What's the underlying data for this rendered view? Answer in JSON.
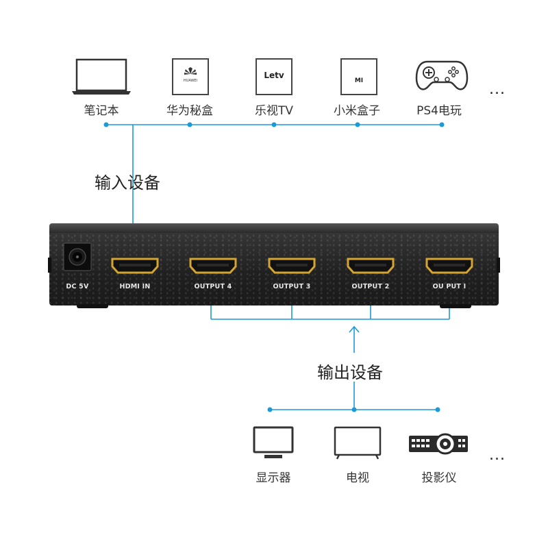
{
  "input_devices": [
    {
      "label": "笔记本",
      "icon": "laptop-icon"
    },
    {
      "label": "华为秘盒",
      "icon": "huawei-box-icon",
      "brand": "HUAWEI"
    },
    {
      "label": "乐视TV",
      "icon": "letv-box-icon",
      "brand": "Letv"
    },
    {
      "label": "小米盒子",
      "icon": "xiaomi-box-icon",
      "brand": "MI"
    },
    {
      "label": "PS4电玩",
      "icon": "gamepad-icon"
    }
  ],
  "input_title": "输入设备",
  "output_title": "输出设备",
  "more": "...",
  "device": {
    "ports": [
      "DC 5V",
      "HDMI IN",
      "OUTPUT 4",
      "OUTPUT 3",
      "OUTPUT 2",
      "OU PUT I"
    ]
  },
  "output_devices": [
    {
      "label": "显示器",
      "icon": "monitor-icon"
    },
    {
      "label": "电视",
      "icon": "tv-icon"
    },
    {
      "label": "投影仪",
      "icon": "projector-icon"
    }
  ],
  "colors": {
    "line": "#1a9ad9",
    "device": "#1e1e1e",
    "gold": "#d4a531"
  }
}
